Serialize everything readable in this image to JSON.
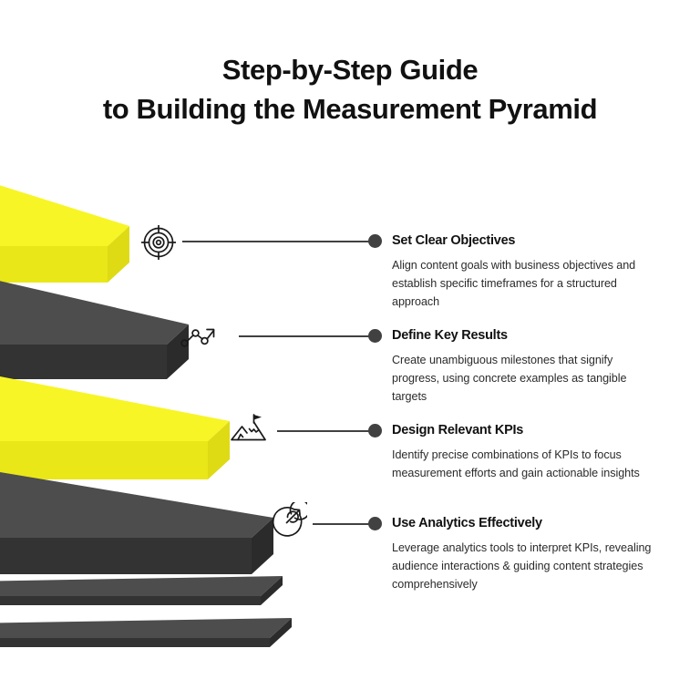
{
  "title": {
    "line1": "Step-by-Step Guide",
    "line2": "to Building the Measurement Pyramid"
  },
  "colors": {
    "background": "#ffffff",
    "yellow_top": "#F7F526",
    "yellow_front": "#E9E718",
    "yellow_side": "#DEDB15",
    "dark_top": "#4D4D4D",
    "dark_front": "#333333",
    "dark_side": "#2B2B2B",
    "connector": "#414141",
    "text": "#111111"
  },
  "steps": [
    {
      "icon": "target-crosshair-icon",
      "title": "Set Clear Objectives",
      "desc": "Align content goals with business objectives and establish specific timeframes for a structured approach",
      "slab_color": "yellow"
    },
    {
      "icon": "line-chart-growth-icon",
      "title": "Define Key Results",
      "desc": "Create unambiguous milestones that signify progress, using concrete examples as tangible targets",
      "slab_color": "dark"
    },
    {
      "icon": "mountain-flag-icon",
      "title": "Design Relevant KPIs",
      "desc": "Identify precise combinations of KPIs to focus measurement efforts and gain actionable insights",
      "slab_color": "yellow"
    },
    {
      "icon": "target-arrow-icon",
      "title": "Use Analytics Effectively",
      "desc": "Leverage analytics tools to interpret KPIs, revealing audience interactions & guiding content strategies comprehensively",
      "slab_color": "dark"
    }
  ]
}
